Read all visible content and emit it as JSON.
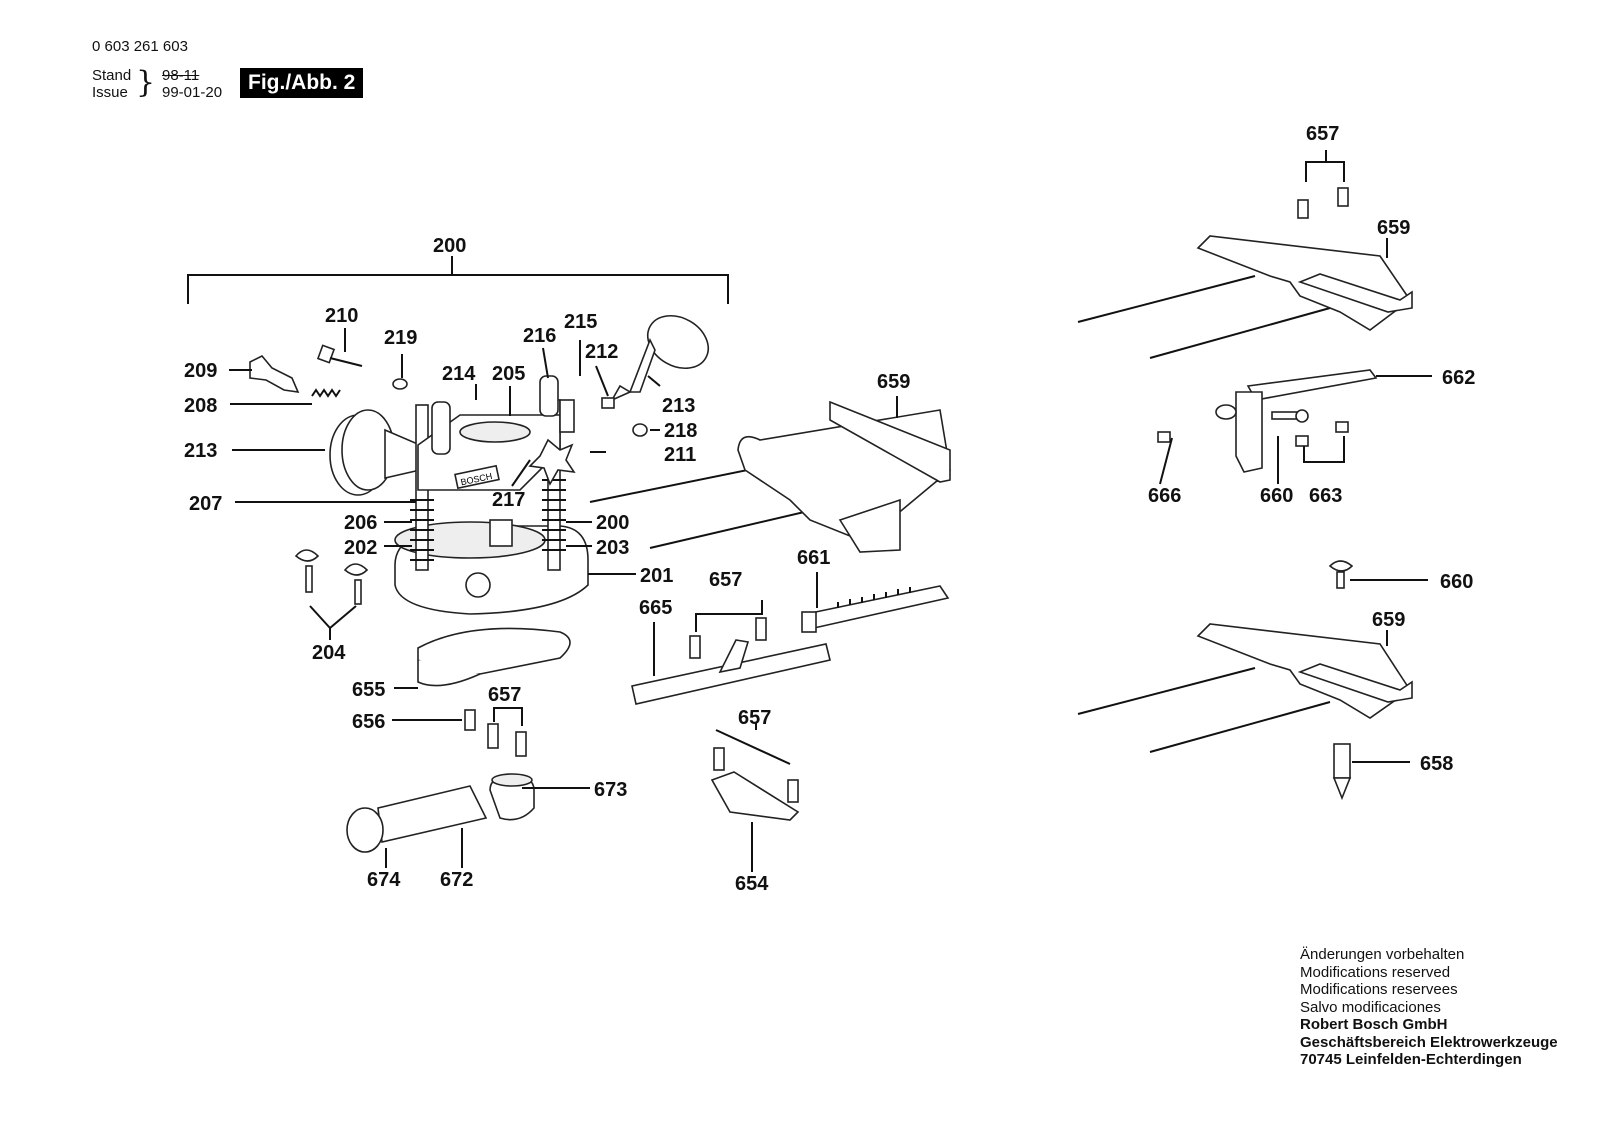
{
  "header": {
    "doc_number": "0 603 261 603",
    "stand_label": "Stand",
    "issue_label": "Issue",
    "stand_date": "98-11",
    "issue_date": "99-01-20",
    "figure": "Fig./Abb. 2"
  },
  "labels": {
    "l200_top": "200",
    "l210": "210",
    "l219": "219",
    "l216": "216",
    "l215": "215",
    "l212": "212",
    "l209": "209",
    "l214": "214",
    "l205": "205",
    "l213_right": "213",
    "l208": "208",
    "l218": "218",
    "l213_left": "213",
    "l211": "211",
    "l217": "217",
    "l207": "207",
    "l206": "206",
    "l200_mid": "200",
    "l202": "202",
    "l203": "203",
    "l201": "201",
    "l204": "204",
    "l655": "655",
    "l656": "656",
    "l657_a": "657",
    "l673": "673",
    "l674": "674",
    "l672": "672",
    "l659_mid": "659",
    "l661": "661",
    "l657_b": "657",
    "l665": "665",
    "l657_c": "657",
    "l654": "654",
    "l657_d": "657",
    "l659_tr": "659",
    "l662": "662",
    "l666": "666",
    "l660_a": "660",
    "l663": "663",
    "l660_b": "660",
    "l659_br": "659",
    "l658": "658"
  },
  "engraving": "BOSCH",
  "footer": {
    "line1": "Änderungen vorbehalten",
    "line2": "Modifications reserved",
    "line3": "Modifications reservees",
    "line4": "Salvo modificaciones",
    "company": "Robert Bosch GmbH",
    "division": "Geschäftsbereich Elektrowerkzeuge",
    "address": "70745 Leinfelden-Echterdingen"
  }
}
